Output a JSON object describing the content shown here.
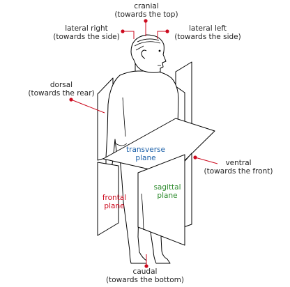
{
  "colors": {
    "outline": "#000000",
    "leader": "#cc0a1e",
    "transverse": "#1a5fa8",
    "frontal": "#cc0a1e",
    "sagittal": "#2e8b2e"
  },
  "directions": {
    "cranial": {
      "name": "cranial",
      "hint": "(towards the top)"
    },
    "lateral_right": {
      "name": "lateral right",
      "hint": "(towards the side)"
    },
    "lateral_left": {
      "name": "lateral left",
      "hint": "(towards the side)"
    },
    "dorsal": {
      "name": "dorsal",
      "hint": "(towards the rear)"
    },
    "ventral": {
      "name": "ventral",
      "hint": "(towards the front)"
    },
    "caudal": {
      "name": "caudal",
      "hint": "(towards the bottom)"
    }
  },
  "planes": {
    "transverse": {
      "line1": "transverse",
      "line2": "plane"
    },
    "frontal": {
      "line1": "frontal",
      "line2": "plane"
    },
    "sagittal": {
      "line1": "sagittal",
      "line2": "plane"
    }
  }
}
